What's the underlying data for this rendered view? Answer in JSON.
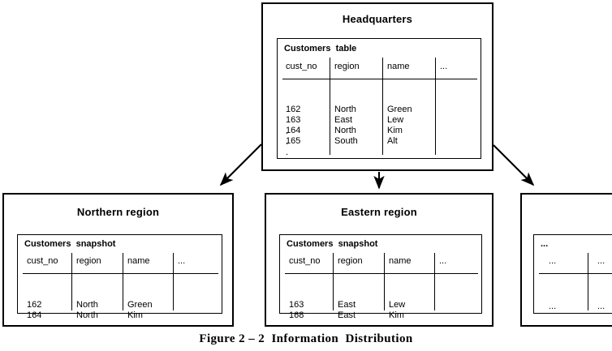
{
  "figure": {
    "caption": "Figure 2 – 2  Information  Distribution"
  },
  "columns": [
    "cust_no",
    "region",
    "name",
    "..."
  ],
  "nodes": {
    "headquarters": {
      "title": "Headquarters",
      "panel_caption": "Customers  table",
      "headers": [
        "cust_no",
        "region",
        "name",
        "..."
      ],
      "rows": [
        [
          "162",
          "North",
          "Green"
        ],
        [
          "163",
          "East",
          "Lew"
        ],
        [
          "164",
          "North",
          "Kim"
        ],
        [
          "165",
          "South",
          "Alt"
        ]
      ],
      "continuation": ".\n.\n."
    },
    "northern": {
      "title": "Northern region",
      "panel_caption": "Customers  snapshot",
      "headers": [
        "cust_no",
        "region",
        "name",
        "..."
      ],
      "rows": [
        [
          "162",
          "North",
          "Green"
        ],
        [
          "164",
          "North",
          "Kim"
        ]
      ]
    },
    "eastern": {
      "title": "Eastern region",
      "panel_caption": "Customers  snapshot",
      "headers": [
        "cust_no",
        "region",
        "name",
        "..."
      ],
      "rows": [
        [
          "163",
          "East",
          "Lew"
        ],
        [
          "168",
          "East",
          "Kim"
        ]
      ]
    },
    "other": {
      "title": "",
      "panel_caption": "...",
      "headers": [
        "...",
        "..."
      ],
      "rows": [
        [
          "...",
          "..."
        ]
      ]
    }
  },
  "colors": {
    "stroke": "#000000",
    "background": "#ffffff"
  }
}
